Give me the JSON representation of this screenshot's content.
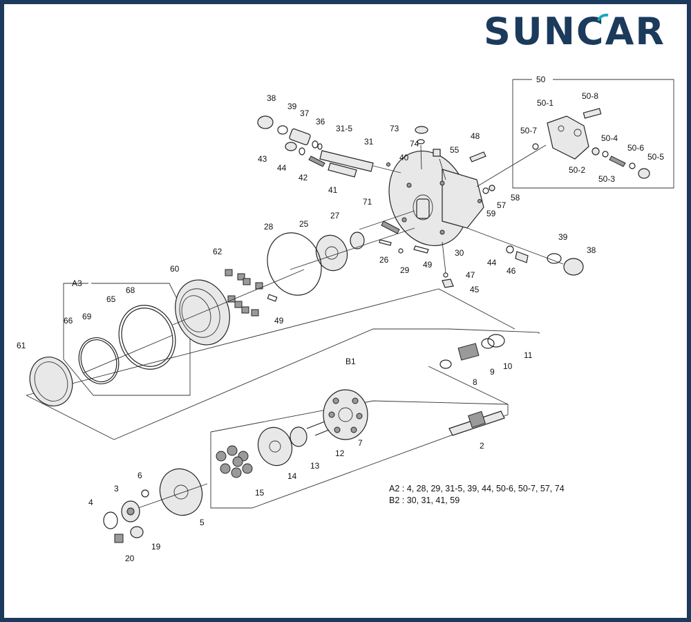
{
  "brand": {
    "logo_text": "SUNCAR",
    "color": "#1b3a5c",
    "accent": "#19a7b5"
  },
  "groups": {
    "g50": "50",
    "gA3": "A3",
    "gB1": "B1"
  },
  "labels": [
    "38",
    "39",
    "37",
    "36",
    "31-5",
    "31",
    "73",
    "74",
    "48",
    "55",
    "40",
    "43",
    "44",
    "42",
    "41",
    "71",
    "27",
    "25",
    "28",
    "62",
    "60",
    "68",
    "65",
    "69",
    "66",
    "61",
    "26",
    "29",
    "49",
    "30",
    "59",
    "57",
    "58",
    "47",
    "45",
    "44",
    "46",
    "39",
    "38",
    "49",
    "50-8",
    "50-1",
    "50-7",
    "50-4",
    "50-6",
    "50-5",
    "50-2",
    "50-3",
    "11",
    "10",
    "9",
    "8",
    "7",
    "12",
    "13",
    "2",
    "14",
    "15",
    "6",
    "3",
    "4",
    "5",
    "19",
    "20"
  ],
  "notes": {
    "a2": "A2 : 4, 28, 29, 31-5, 39, 44, 50-6, 50-7, 57, 74",
    "b2": "B2 : 30, 31, 41, 59"
  }
}
